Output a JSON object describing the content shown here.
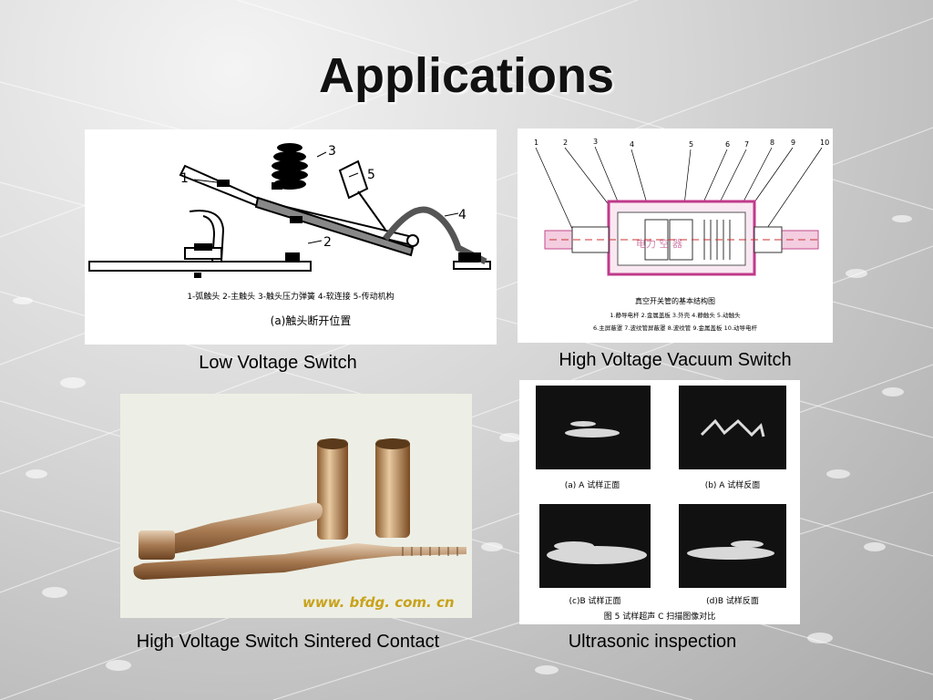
{
  "title": "Applications",
  "figures": [
    {
      "caption": "Low Voltage Switch",
      "part_numbers": [
        "1",
        "2",
        "3",
        "4",
        "5"
      ],
      "legend": "1-弧触头   2-主触头   3-触头压力弹簧   4-软连接   5-传动机构",
      "subcaption": "(a)触头断开位置"
    },
    {
      "caption": "High Voltage Vacuum Switch",
      "part_numbers": [
        "1",
        "2",
        "3",
        "4",
        "5",
        "6",
        "7",
        "8",
        "9",
        "10"
      ],
      "inner_text": "电力 空 器",
      "figure_title": "真空开关管的基本结构图",
      "legend_line1": "1.静导电杆  2.金属盖板  3.外壳  4.静触头  5.动触头",
      "legend_line2": "6.主屏蔽罩  7.波纹管屏蔽罩  8.波纹管  9.金属盖板  10.动导电杆"
    },
    {
      "caption": "High Voltage Switch Sintered Contact",
      "watermark": "www. bfdg. com. cn"
    },
    {
      "caption": "Ultrasonic inspection",
      "panel_labels": [
        "(a)  A 试样正面",
        "(b)  A 试样反面",
        "(c)B 试样正面",
        "(d)B 试样反面"
      ],
      "figure_title": "图 5   试样超声 C 扫描图像对比"
    }
  ]
}
